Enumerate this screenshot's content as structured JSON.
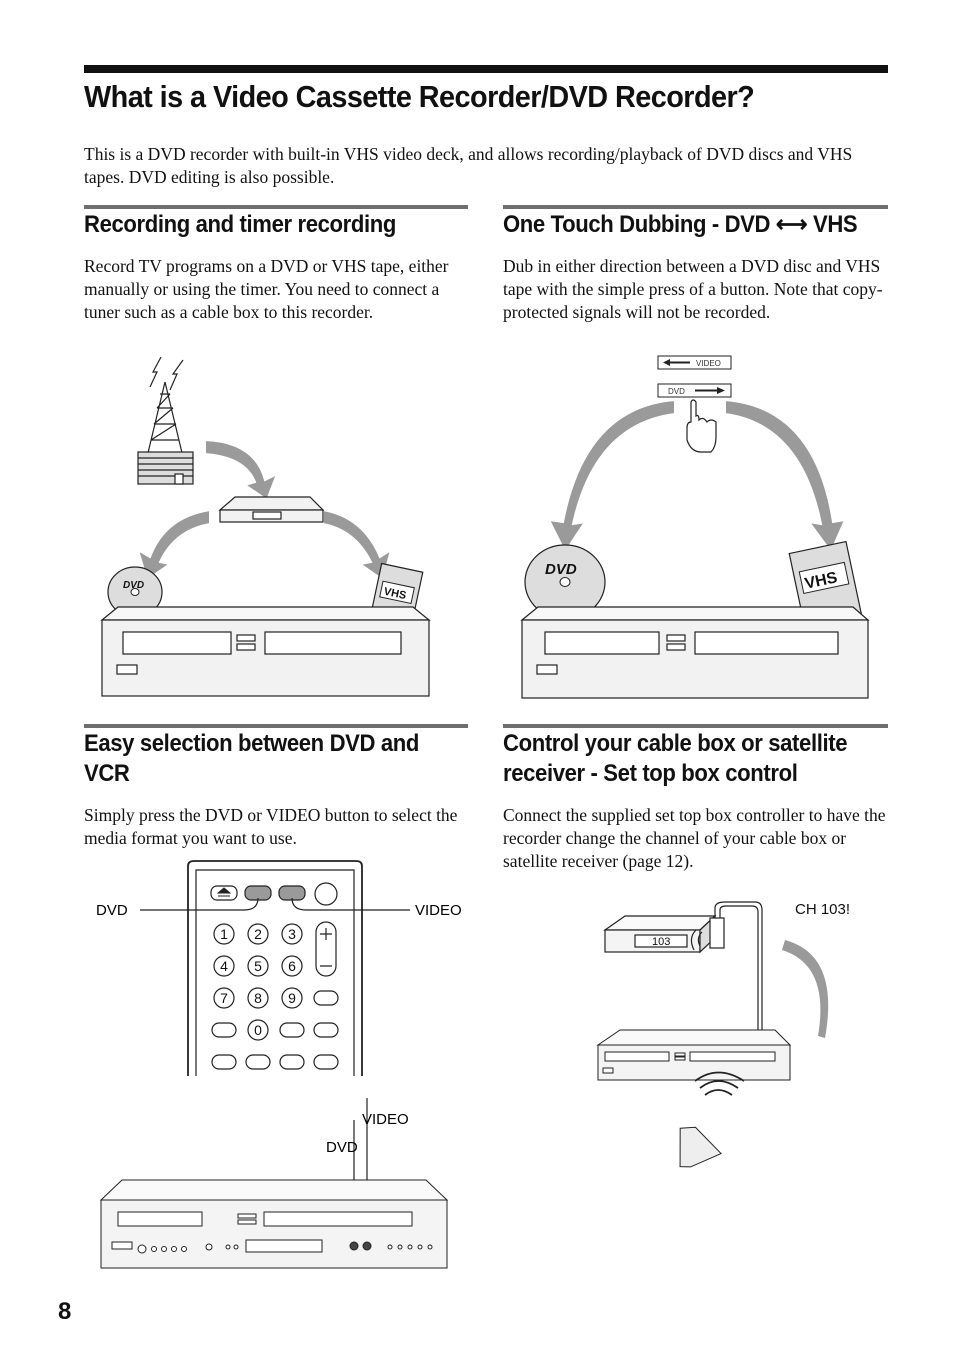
{
  "page": {
    "title": "What is a Video Cassette Recorder/DVD Recorder?",
    "intro": "This is a DVD recorder with built-in VHS video deck, and allows recording/playback of DVD discs and VHS tapes. DVD editing is also possible.",
    "page_number": "8"
  },
  "sections": {
    "recording": {
      "title": "Recording and timer recording",
      "body": "Record TV programs on a DVD or VHS tape, either manually or using the timer. You need to connect a tuner such as a cable box to this recorder."
    },
    "dubbing": {
      "title_left": "One Touch Dubbing - DVD",
      "title_right": "VHS",
      "body": "Dub in either direction between a DVD disc and VHS tape with the simple press of a button. Note that copy-protected signals will not be recorded.",
      "btn_video": "VIDEO",
      "btn_dvd": "DVD"
    },
    "easy": {
      "title_line1": "Easy selection between DVD and",
      "title_line2": "VCR",
      "body": "Simply press the DVD or VIDEO button to select the media format you want to use.",
      "label_dvd": "DVD",
      "label_video": "VIDEO",
      "label_video2": "VIDEO",
      "label_dvd2": "DVD",
      "keys": [
        "1",
        "2",
        "3",
        "4",
        "5",
        "6",
        "7",
        "8",
        "9",
        "0"
      ]
    },
    "control": {
      "title_line1": "Control your cable box or satellite",
      "title_line2": "receiver - Set top box control",
      "body": "Connect the supplied set top box controller to have the recorder change the channel of your cable box or satellite receiver (page 12).",
      "channel_display": "103",
      "callout": "CH 103!"
    }
  },
  "illustration_text": {
    "disc_logo": "DVD",
    "tape_logo": "VHS"
  },
  "colors": {
    "heading_rule": "#111111",
    "section_rule": "#6e6e6e",
    "arrow_gray": "#9a9a9a",
    "device_fill": "#f2f2f2"
  }
}
